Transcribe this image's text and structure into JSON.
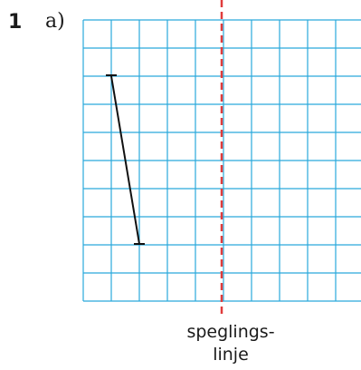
{
  "exercise": {
    "number": "1",
    "part": "a)"
  },
  "figure": {
    "grid_color": "#2aa9dc",
    "mirror_line_color": "#e03c3c",
    "segment_color": "#111111",
    "mirror_line_caption": [
      "speglings-",
      "linje"
    ]
  }
}
